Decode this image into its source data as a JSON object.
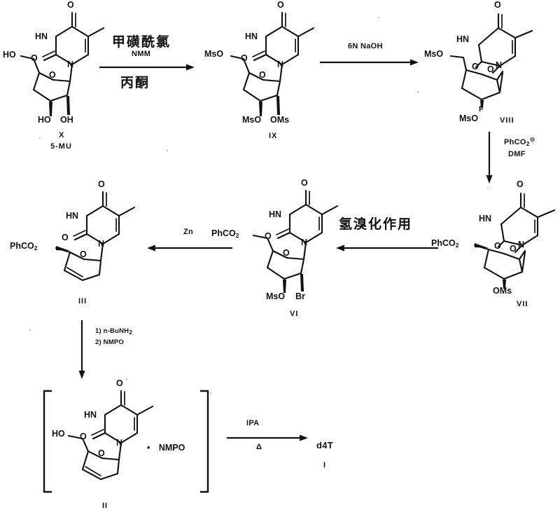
{
  "scheme": {
    "title": "d4T synthesis scheme",
    "ink_color": "#111111",
    "background": "#ffffff"
  },
  "compounds": [
    {
      "id": "X",
      "roman": "X",
      "name_label": "5-MU",
      "atoms": [
        "O",
        "HN",
        "O",
        "N",
        "HO",
        "O",
        "HO",
        "OH"
      ]
    },
    {
      "id": "IX",
      "roman": "IX",
      "atoms": [
        "O",
        "HN",
        "O",
        "N",
        "MsO",
        "O",
        "MsO",
        "OMs"
      ]
    },
    {
      "id": "VIII",
      "roman": "VIII",
      "atoms": [
        "O",
        "HN",
        "N",
        "MsO",
        "O",
        "O",
        "F",
        "MsO"
      ]
    },
    {
      "id": "VII",
      "roman": "VII",
      "atoms": [
        "O",
        "HN",
        "N",
        "O",
        "O",
        "OMs"
      ],
      "ester": "PhCO"
    },
    {
      "id": "VI",
      "roman": "VI",
      "atoms": [
        "O",
        "HN",
        "O",
        "N",
        "O",
        "MsO",
        "Br"
      ],
      "ester": "PhCO"
    },
    {
      "id": "III",
      "roman": "III",
      "atoms": [
        "O",
        "HN",
        "O",
        "N",
        "O"
      ],
      "ester": "PhCO"
    },
    {
      "id": "II",
      "roman": "II",
      "atoms": [
        "O",
        "HN",
        "O",
        "N",
        "HO",
        "O"
      ],
      "salt_dot": "•",
      "salt": "NMPO"
    }
  ],
  "arrows": [
    {
      "id": "arrow-1",
      "direction": "right",
      "above_primary": "甲磺酰氯",
      "above_secondary": "NMM",
      "below": "丙酮"
    },
    {
      "id": "arrow-2",
      "direction": "right",
      "above_primary": "6N NaOH"
    },
    {
      "id": "arrow-3",
      "direction": "down",
      "side_primary": "PhCO",
      "side_secondary": "DMF"
    },
    {
      "id": "arrow-4",
      "direction": "left",
      "above_primary": "氢溴化作用"
    },
    {
      "id": "arrow-5",
      "direction": "left",
      "above_primary": "Zn"
    },
    {
      "id": "arrow-6",
      "direction": "down",
      "side_primary": "1) n-BuNH",
      "side_secondary": "2) NMPO"
    },
    {
      "id": "arrow-7",
      "direction": "right",
      "above_primary": "IPA",
      "below": "Δ"
    }
  ],
  "product": {
    "name": "d4T",
    "roman": "I"
  },
  "labels": {
    "ms_o": "MsO",
    "o_ms": "OMs",
    "ho": "HO",
    "oh": "OH",
    "hn": "HN",
    "n": "N",
    "o": "O",
    "f": "F",
    "br": "Br",
    "phco2": "PhCO",
    "nmpo": "NMPO",
    "two": "2",
    "minus": "⊖"
  }
}
